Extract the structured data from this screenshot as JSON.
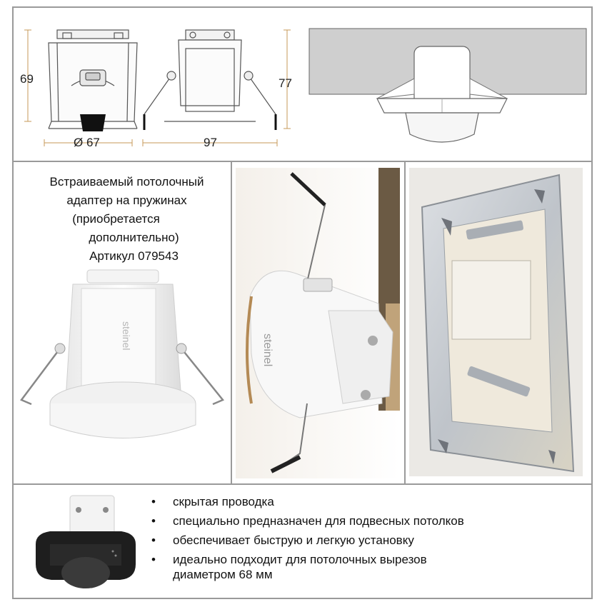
{
  "dimensions": {
    "height_front": "69",
    "diameter": "Ø 67",
    "width_side": "97",
    "height_side": "77"
  },
  "adapter": {
    "line1": "Встраиваемый потолочный",
    "line2": "адаптер на пружинах",
    "line3": "(приобретается",
    "line4": "дополнительно)",
    "line5": "Артикул 079543"
  },
  "brand_mark": "steinel",
  "features": [
    "скрытая проводка",
    "специально предназначен для подвесных потолков",
    "обеспечивает быструю и легкую установку",
    "идеально подходит для потолочных вырезов",
    "диаметром 68 мм"
  ]
}
